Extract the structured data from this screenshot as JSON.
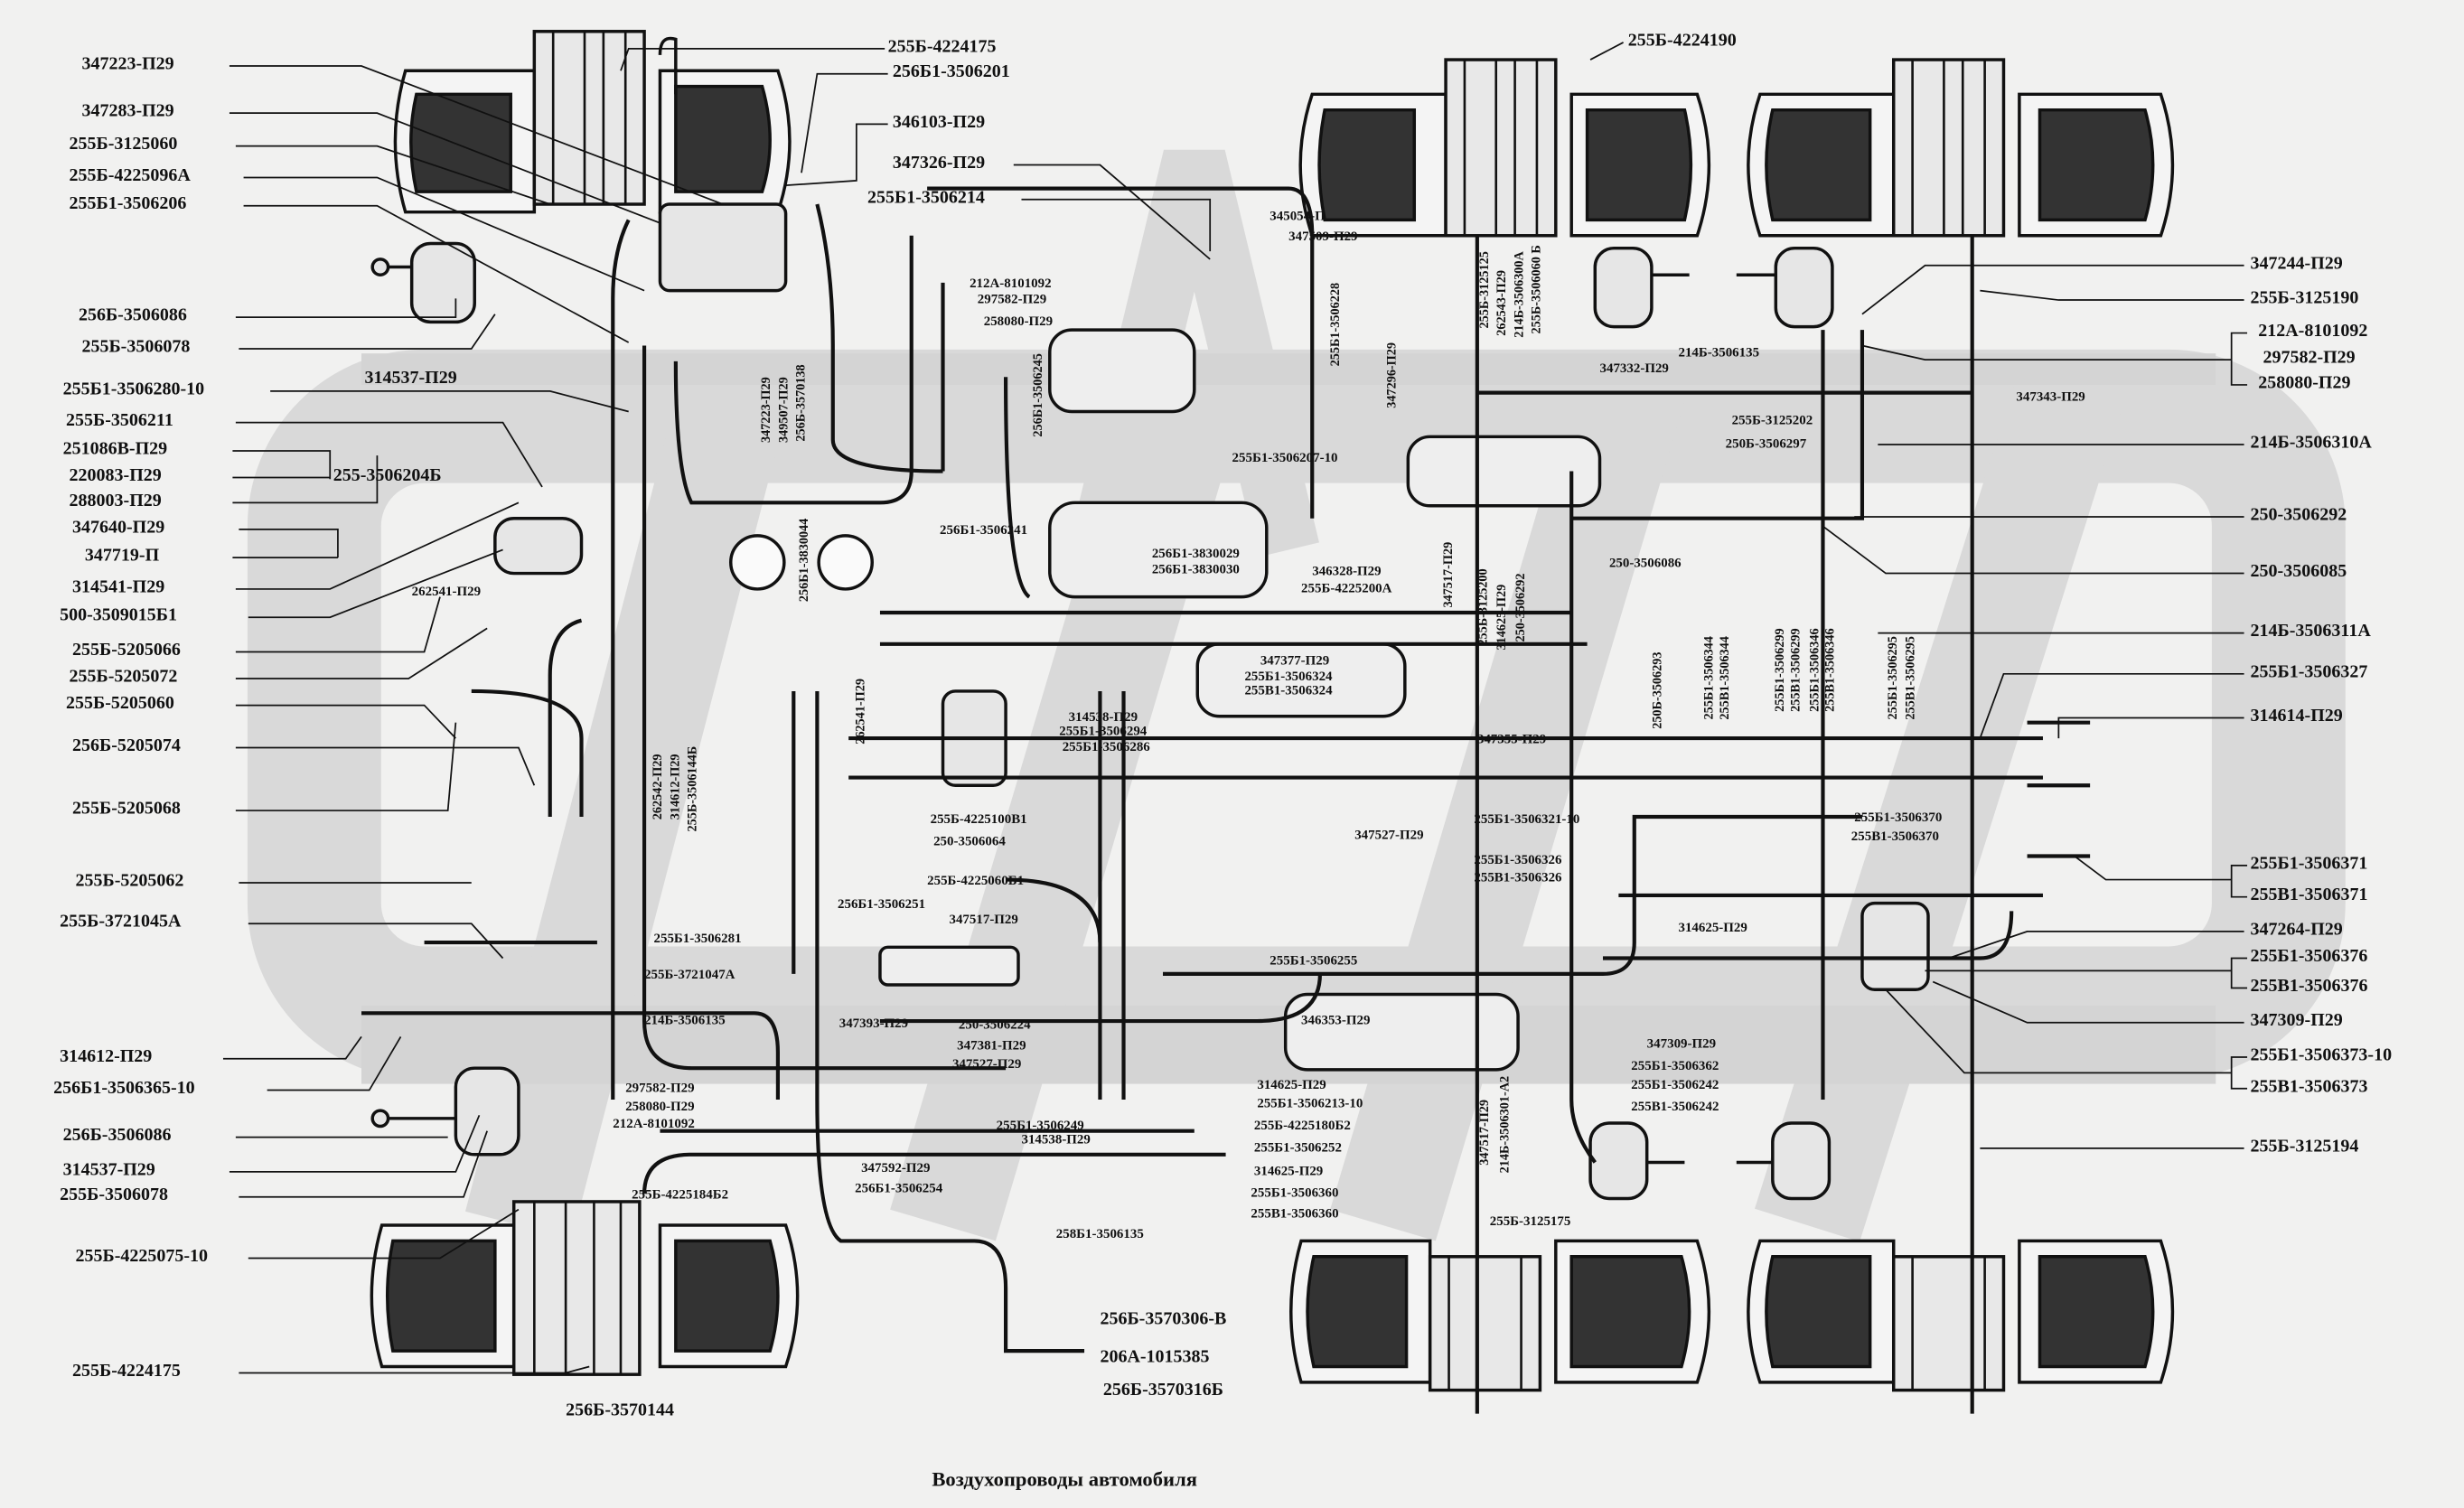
{
  "caption": "Воздухопроводы автомобиля",
  "colors": {
    "background": "#f1f1f0",
    "ink": "#111111",
    "watermark": "#d9d9d9"
  },
  "labels": {
    "left": [
      "347223-П29",
      "347283-П29",
      "255Б-3125060",
      "255Б-4225096А",
      "255Б1-3506206",
      "256Б-3506086",
      "255Б-3506078",
      "255Б1-3506280-10",
      "255Б-3506211",
      "251086В-П29",
      "220083-П29",
      "288003-П29",
      "347640-П29",
      "347719-П",
      "314541-П29",
      "500-3509015Б1",
      "255Б-5205066",
      "255Б-5205072",
      "255Б-5205060",
      "256Б-5205074",
      "255Б-5205068",
      "255Б-5205062",
      "255Б-3721045А",
      "314612-П29",
      "256Б1-3506365-10",
      "256Б-3506086",
      "314537-П29",
      "255Б-3506078",
      "255Б-4225075-10",
      "255Б-4224175"
    ],
    "right": [
      "347244-П29",
      "255Б-3125190",
      "212А-8101092",
      "297582-П29",
      "258080-П29",
      "214Б-3506310А",
      "250-3506292",
      "250-3506085",
      "214Б-3506311А",
      "255Б1-3506327",
      "314614-П29",
      "255Б1-3506371",
      "255В1-3506371",
      "347264-П29",
      "255Б1-3506376",
      "255В1-3506376",
      "347309-П29",
      "255Б1-3506373-10",
      "255В1-3506373",
      "255Б-3125194"
    ],
    "top": [
      "255Б-4224175",
      "256Б1-3506201",
      "346103-П29",
      "347326-П29",
      "255Б1-3506214",
      "255Б-4224190",
      "314537-П29",
      "255-3506204Б",
      "345054-П",
      "347509-П29",
      "347332-П29",
      "214Б-3506135",
      "255Б-3125202",
      "250Б-3506297",
      "347343-П29",
      "250-3506086",
      "256Б1-3506241",
      "346328-П29",
      "255Б-4225200А",
      "347355-П29"
    ],
    "small": [
      "212А-8101092",
      "297582-П29",
      "258080-П29",
      "255Б1-3506207-10",
      "256Б1-3830029",
      "256Б1-3830030",
      "262541-П29",
      "347377-П29",
      "255Б1-3506324",
      "255В1-3506324",
      "314538-П29",
      "255Б1-3506294",
      "255Б1-3506286",
      "255Б-4225100В1",
      "250-3506064",
      "255Б-4225060Б1",
      "256Б1-3506251",
      "255Б1-3506321-10",
      "255Б1-3506326",
      "255В1-3506326",
      "255Б1-3506281",
      "255Б-3721047А",
      "214Б-3506135",
      "297582-П29",
      "258080-П29",
      "212А-8101092",
      "255Б1-3506370",
      "255В1-3506370"
    ],
    "mid": [
      "347517-П29",
      "347527-П29",
      "347393-П29",
      "250-3506224",
      "347381-П29",
      "347527-П29",
      "255Б1-3506249",
      "314538-П29",
      "347592-П29",
      "256Б1-3506254",
      "258Б1-3506135",
      "255Б-4225184Б2",
      "256Б-3570144",
      "255Б1-3506255",
      "346353-П29",
      "314625-П29",
      "255Б1-3506213-10",
      "255Б-4225180Б2",
      "255Б1-3506252",
      "314625-П29",
      "255Б1-3506360",
      "255В1-3506360",
      "255Б-3125175",
      "314625-П29",
      "347309-П29",
      "255Б1-3506362",
      "255Б1-3506242",
      "255В1-3506242"
    ],
    "vertical": [
      "347223-П29",
      "349507-П29",
      "256Б-3570138",
      "256Б1-3506245",
      "256Б1-3830044",
      "262541-П29",
      "262542-П29",
      "314612-П29",
      "255Б-3506144Б",
      "255Б1-3506228",
      "347296-П29",
      "347517-П29",
      "255Б-3125125",
      "262543-П29",
      "214Б-3506300А",
      "255Б-3506060 Б",
      "255Б-3125200",
      "314625-П29",
      "250-3506292",
      "250Б-3506293",
      "255Б1-3506344",
      "255В1-3506344",
      "255Б1-3506299",
      "255В1-3506299",
      "255Б1-3506346",
      "255В1-3506346",
      "255Б1-3506295",
      "255В1-3506295",
      "347517-П29",
      "214Б-3506301-А2"
    ],
    "bottom": [
      "256Б-3570306-В",
      "206А-1015385",
      "256Б-3570316Б"
    ]
  }
}
